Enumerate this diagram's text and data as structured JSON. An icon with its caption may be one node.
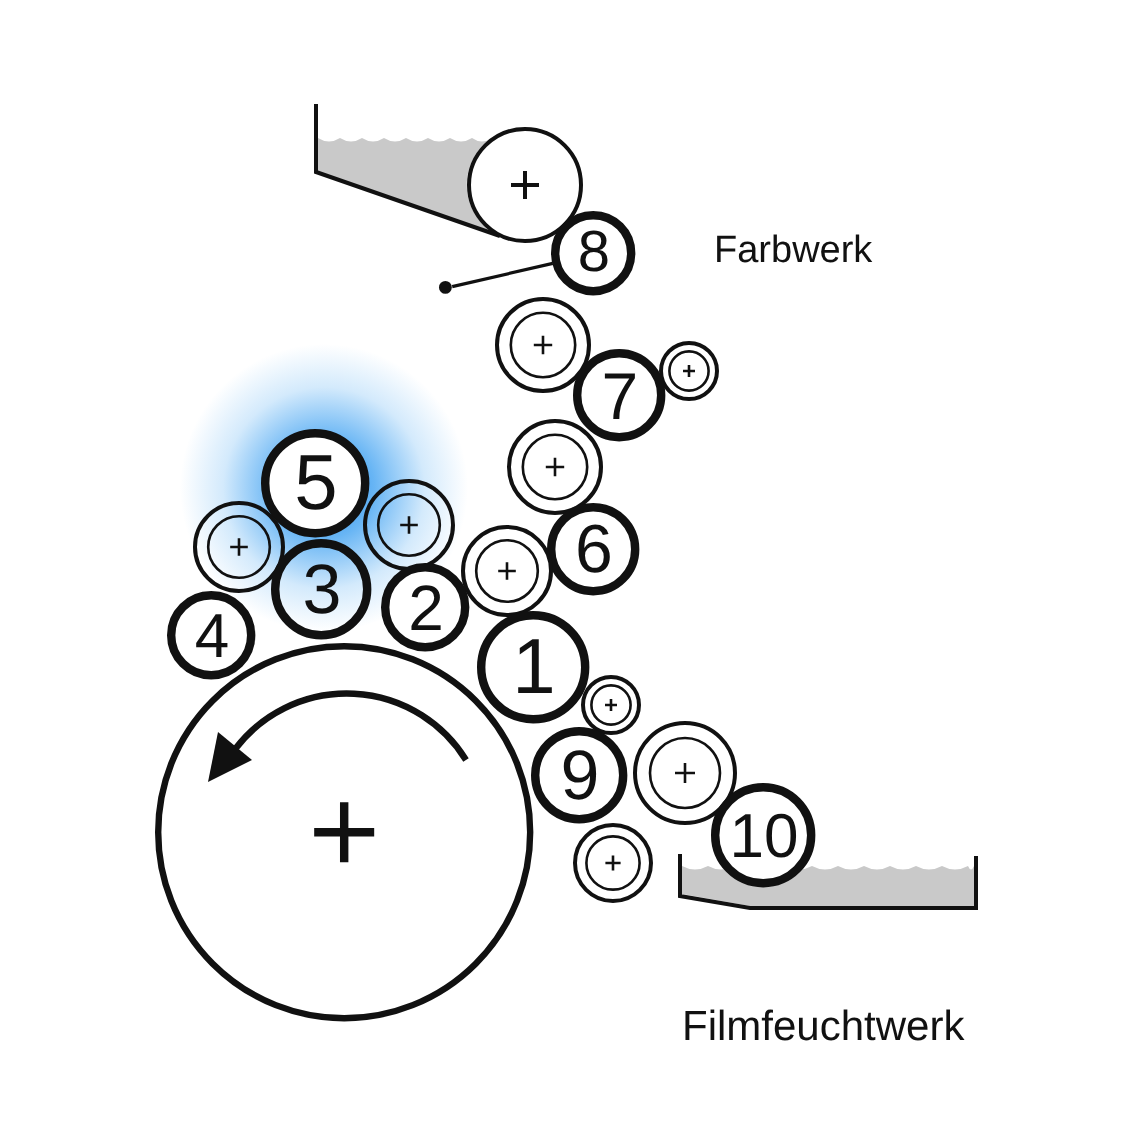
{
  "diagram": {
    "nodes": [
      {
        "text": [],
        "shape": "circle"
      },
      {
        "text": [
          "8"
        ]
      },
      {
        "text": [],
        "shape": "circle"
      },
      {
        "text": [],
        "shape": "circle"
      },
      {
        "text": [],
        "shape": "circle"
      },
      {
        "text": [
          "7"
        ]
      },
      {
        "text": [],
        "shape": "circle"
      },
      {
        "text": [
          "5"
        ]
      },
      {
        "text": [],
        "shape": "circle"
      },
      {
        "text": [],
        "shape": "circle"
      },
      {
        "text": [
          "6"
        ]
      },
      {
        "text": [],
        "shape": "circle"
      },
      {
        "text": [
          "3"
        ]
      },
      {
        "text": [
          "2"
        ]
      },
      {
        "text": [
          "4"
        ]
      },
      {
        "text": [
          "1"
        ]
      },
      {
        "text": [],
        "shape": "circle"
      },
      {
        "text": [],
        "shape": "circle"
      },
      {
        "text": [
          "9"
        ]
      },
      {
        "text": [],
        "shape": "circle"
      },
      {
        "text": [
          "10"
        ]
      },
      {
        "text": [],
        "shape": "circle"
      }
    ],
    "edges": [
      {
        "from": 1,
        "to": 2,
        "arrow": "none"
      }
    ],
    "labels": [
      "Farbwerk",
      "Filmfeuchtwerk"
    ]
  }
}
